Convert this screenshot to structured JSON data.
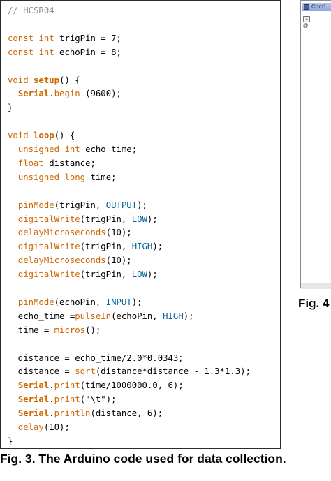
{
  "code_lines": [
    [
      {
        "t": "// HCSR04",
        "c": "c"
      }
    ],
    [],
    [
      {
        "t": "const",
        "c": "k"
      },
      {
        "t": " "
      },
      {
        "t": "int",
        "c": "k"
      },
      {
        "t": " trigPin = 7;"
      }
    ],
    [
      {
        "t": "const",
        "c": "k"
      },
      {
        "t": " "
      },
      {
        "t": "int",
        "c": "k"
      },
      {
        "t": " echoPin = 8;"
      }
    ],
    [],
    [
      {
        "t": "void",
        "c": "k"
      },
      {
        "t": " "
      },
      {
        "t": "setup",
        "c": "kb"
      },
      {
        "t": "() {"
      }
    ],
    [
      {
        "t": "  "
      },
      {
        "t": "Serial",
        "c": "kb"
      },
      {
        "t": "."
      },
      {
        "t": "begin",
        "c": "r"
      },
      {
        "t": " (9600);"
      }
    ],
    [
      {
        "t": "}"
      }
    ],
    [],
    [
      {
        "t": "void",
        "c": "k"
      },
      {
        "t": " "
      },
      {
        "t": "loop",
        "c": "kb"
      },
      {
        "t": "() {"
      }
    ],
    [
      {
        "t": "  "
      },
      {
        "t": "unsigned",
        "c": "k"
      },
      {
        "t": " "
      },
      {
        "t": "int",
        "c": "k"
      },
      {
        "t": " echo_time;"
      }
    ],
    [
      {
        "t": "  "
      },
      {
        "t": "float",
        "c": "k"
      },
      {
        "t": " distance;"
      }
    ],
    [
      {
        "t": "  "
      },
      {
        "t": "unsigned",
        "c": "k"
      },
      {
        "t": " "
      },
      {
        "t": "long",
        "c": "k"
      },
      {
        "t": " time;"
      }
    ],
    [],
    [
      {
        "t": "  "
      },
      {
        "t": "pinMode",
        "c": "r"
      },
      {
        "t": "(trigPin, "
      },
      {
        "t": "OUTPUT",
        "c": "n"
      },
      {
        "t": ");"
      }
    ],
    [
      {
        "t": "  "
      },
      {
        "t": "digitalWrite",
        "c": "r"
      },
      {
        "t": "(trigPin, "
      },
      {
        "t": "LOW",
        "c": "n"
      },
      {
        "t": ");"
      }
    ],
    [
      {
        "t": "  "
      },
      {
        "t": "delayMicroseconds",
        "c": "r"
      },
      {
        "t": "(10);"
      }
    ],
    [
      {
        "t": "  "
      },
      {
        "t": "digitalWrite",
        "c": "r"
      },
      {
        "t": "(trigPin, "
      },
      {
        "t": "HIGH",
        "c": "n"
      },
      {
        "t": ");"
      }
    ],
    [
      {
        "t": "  "
      },
      {
        "t": "delayMicroseconds",
        "c": "r"
      },
      {
        "t": "(10);"
      }
    ],
    [
      {
        "t": "  "
      },
      {
        "t": "digitalWrite",
        "c": "r"
      },
      {
        "t": "(trigPin, "
      },
      {
        "t": "LOW",
        "c": "n"
      },
      {
        "t": ");"
      }
    ],
    [],
    [
      {
        "t": "  "
      },
      {
        "t": "pinMode",
        "c": "r"
      },
      {
        "t": "(echoPin, "
      },
      {
        "t": "INPUT",
        "c": "n"
      },
      {
        "t": ");"
      }
    ],
    [
      {
        "t": "  echo_time ="
      },
      {
        "t": "pulseIn",
        "c": "r"
      },
      {
        "t": "(echoPin, "
      },
      {
        "t": "HIGH",
        "c": "n"
      },
      {
        "t": ");"
      }
    ],
    [
      {
        "t": "  time = "
      },
      {
        "t": "micros",
        "c": "r"
      },
      {
        "t": "();"
      }
    ],
    [],
    [
      {
        "t": "  distance = echo_time/2.0*0.0343;"
      }
    ],
    [
      {
        "t": "  distance = "
      },
      {
        "t": "sqrt",
        "c": "r"
      },
      {
        "t": "(distance*distance - 1.3*1.3);"
      }
    ],
    [
      {
        "t": "  "
      },
      {
        "t": "Serial",
        "c": "kb"
      },
      {
        "t": "."
      },
      {
        "t": "print",
        "c": "r"
      },
      {
        "t": "(time/1000000.0, 6);"
      }
    ],
    [
      {
        "t": "  "
      },
      {
        "t": "Serial",
        "c": "kb"
      },
      {
        "t": "."
      },
      {
        "t": "print",
        "c": "r"
      },
      {
        "t": "(\"\\t\");"
      }
    ],
    [
      {
        "t": "  "
      },
      {
        "t": "Serial",
        "c": "kb"
      },
      {
        "t": "."
      },
      {
        "t": "println",
        "c": "r"
      },
      {
        "t": "(distance, 6);"
      }
    ],
    [
      {
        "t": "  "
      },
      {
        "t": "delay",
        "c": "r"
      },
      {
        "t": "(10);"
      }
    ],
    [
      {
        "t": "}"
      }
    ]
  ],
  "caption_fig3": "Fig. 3. The Arduino code used for data collection.",
  "caption_fig4": "Fig. 4",
  "serial_window": {
    "title": "Com1",
    "send_label": "1",
    "at_label": "@"
  },
  "colors": {
    "comment": "#8c8c8c",
    "keyword": "#cc6600",
    "constant": "#006699"
  }
}
